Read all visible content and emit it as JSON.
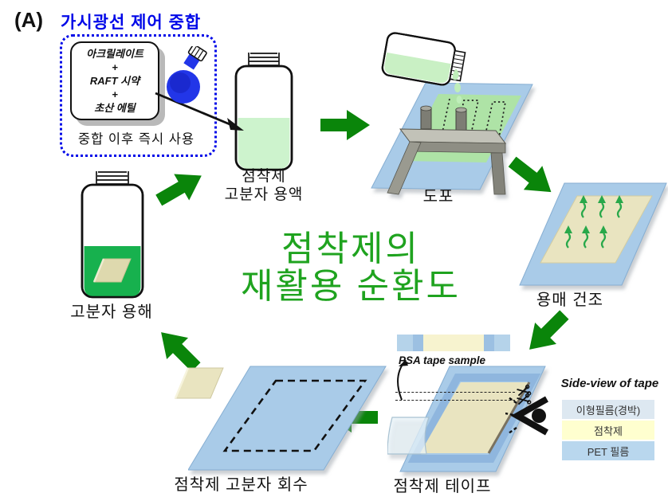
{
  "panel": {
    "label": "(A)"
  },
  "center_title": {
    "line1": "점착제의",
    "line2": "재활용 순환도"
  },
  "polymerization": {
    "title": "가시광선 제어 중합",
    "reagent_lines": [
      "아크릴레이트",
      "+",
      "RAFT 시약",
      "+",
      "초산 에틸"
    ],
    "note": "중합 이후 즉시 사용"
  },
  "stations": {
    "solution": {
      "label_line1": "점착제",
      "label_line2": "고분자 용액"
    },
    "coating": {
      "label": "도포"
    },
    "drying": {
      "label": "용매 건조"
    },
    "tape": {
      "label": "점착제 테이프"
    },
    "recovery": {
      "label": "점착제 고분자 회수"
    },
    "dissolution": {
      "label": "고분자 용해"
    }
  },
  "tape_sample": {
    "label": "PSA tape sample"
  },
  "side_view": {
    "title": "Side-view of tape",
    "layers": [
      {
        "label": "이형필름(경박)"
      },
      {
        "label": "점착제"
      },
      {
        "label": "PET 필름"
      }
    ]
  },
  "colors": {
    "arrow_green": "#0a850a",
    "title_green": "#1fa31f",
    "box_blue": "#0008e8",
    "substrate_blue": "#a9cbe8",
    "adhesive_beige": "#e9e4c0",
    "solution_light_green": "#cdf3cd",
    "dissolved_green": "#17b14e",
    "coated_green": "#aee3a6",
    "flask_blue": "#2236e8",
    "layer1_bg": "#dde8f1",
    "layer2_bg": "#ffffcf",
    "layer3_bg": "#b9d7ee"
  }
}
